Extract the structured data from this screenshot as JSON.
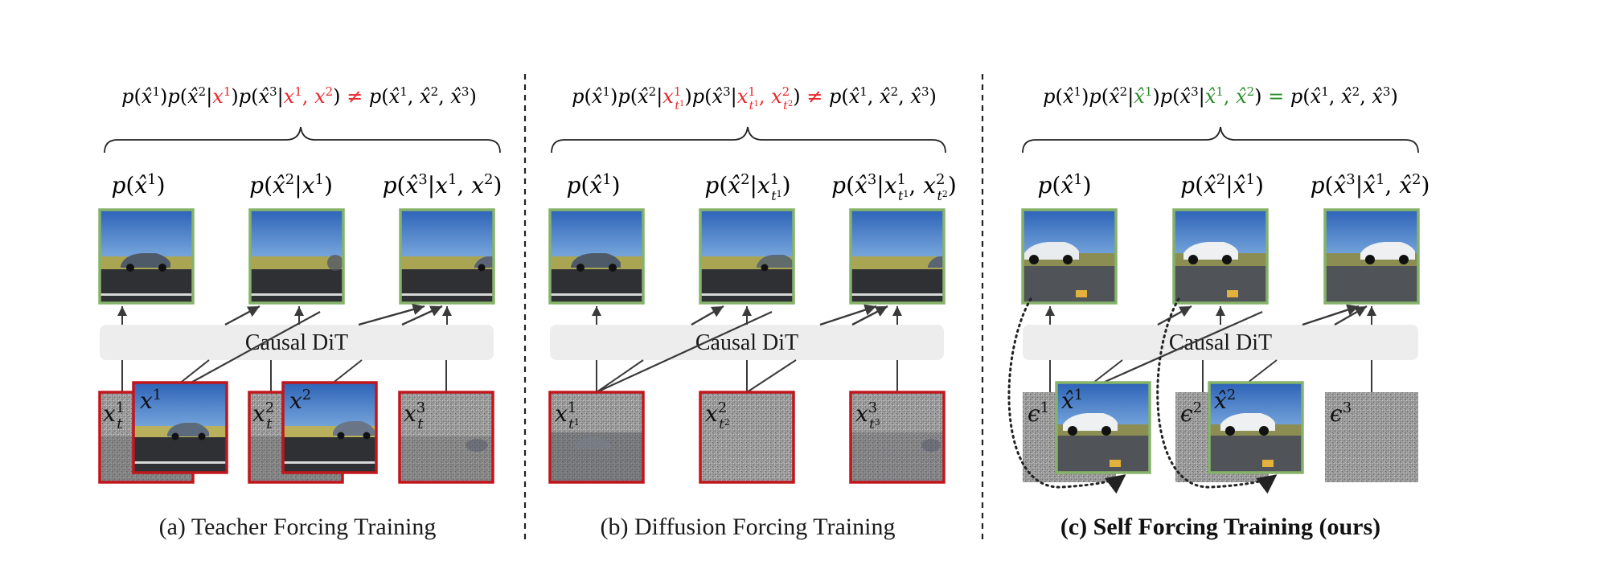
{
  "panels": [
    {
      "caption": "(a) Teacher Forcing Training",
      "model_label": "Causal DiT",
      "top_relation": "≠",
      "equation_left": "p(x̂¹)p(x̂²|x¹)p(x̂³|x¹, x²)",
      "equation_right": "p(x̂¹, x̂², x̂³)",
      "outputs": [
        "p(x̂¹)",
        "p(x̂²|x¹)",
        "p(x̂³|x¹, x²)"
      ],
      "noisy_inputs": [
        "x¹_t",
        "x²_t",
        "x³_t"
      ],
      "clean_inputs": [
        "x¹",
        "x²"
      ]
    },
    {
      "caption": "(b) Diffusion Forcing Training",
      "model_label": "Causal DiT",
      "top_relation": "≠",
      "equation_left": "p(x̂¹)p(x̂²|x¹_t¹)p(x̂³|x¹_t¹, x²_t²)",
      "equation_right": "p(x̂¹, x̂², x̂³)",
      "outputs": [
        "p(x̂¹)",
        "p(x̂²|x¹_t¹)",
        "p(x̂³|x¹_t¹, x²_t²)"
      ],
      "noisy_inputs": [
        "x¹_t¹",
        "x²_t²",
        "x³_t³"
      ]
    },
    {
      "caption": "(c) Self Forcing Training (ours)",
      "model_label": "Causal DiT",
      "top_relation": "=",
      "equation_left": "p(x̂¹)p(x̂²|x̂¹)p(x̂³|x̂¹, x̂²)",
      "equation_right": "p(x̂¹, x̂², x̂³)",
      "outputs": [
        "p(x̂¹)",
        "p(x̂²|x̂¹)",
        "p(x̂³|x̂¹, x̂²)"
      ],
      "noise_inputs": [
        "ϵ¹",
        "ϵ²",
        "ϵ³"
      ],
      "generated_inputs": [
        "x̂¹",
        "x̂²"
      ]
    }
  ],
  "colors": {
    "red": "#e8262a",
    "green": "#2a8a2a",
    "frame_green": "#86b36a",
    "frame_red": "#c0161c",
    "dit_box": "#ededed",
    "text": "#1a1a1a"
  }
}
